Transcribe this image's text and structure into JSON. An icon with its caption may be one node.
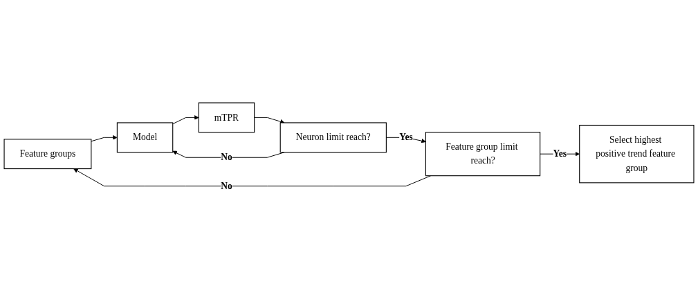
{
  "diagram": {
    "nodes": [
      {
        "text": [
          "Feature groups"
        ]
      },
      {
        "text": [
          "Model"
        ]
      },
      {
        "text": [
          "mTPR"
        ]
      },
      {
        "text": [
          "Neuron limit reach?"
        ]
      },
      {
        "text": [
          "Feature group limit reach?"
        ]
      },
      {
        "text": [
          "Select highest positive trend feature group"
        ]
      }
    ],
    "edges": [
      {
        "from": 0,
        "to": 1,
        "arrow": "to"
      },
      {
        "from": 1,
        "to": 2,
        "arrow": "to"
      },
      {
        "from": 2,
        "to": 3,
        "arrow": "to"
      },
      {
        "from": 3,
        "to": 1,
        "arrow": "to",
        "label": "No"
      },
      {
        "from": 3,
        "to": 4,
        "arrow": "to",
        "label": "Yes"
      },
      {
        "from": 4,
        "to": 5,
        "arrow": "to",
        "label": "Yes"
      },
      {
        "from": 4,
        "to": 0,
        "arrow": "to",
        "label": "No"
      }
    ]
  }
}
